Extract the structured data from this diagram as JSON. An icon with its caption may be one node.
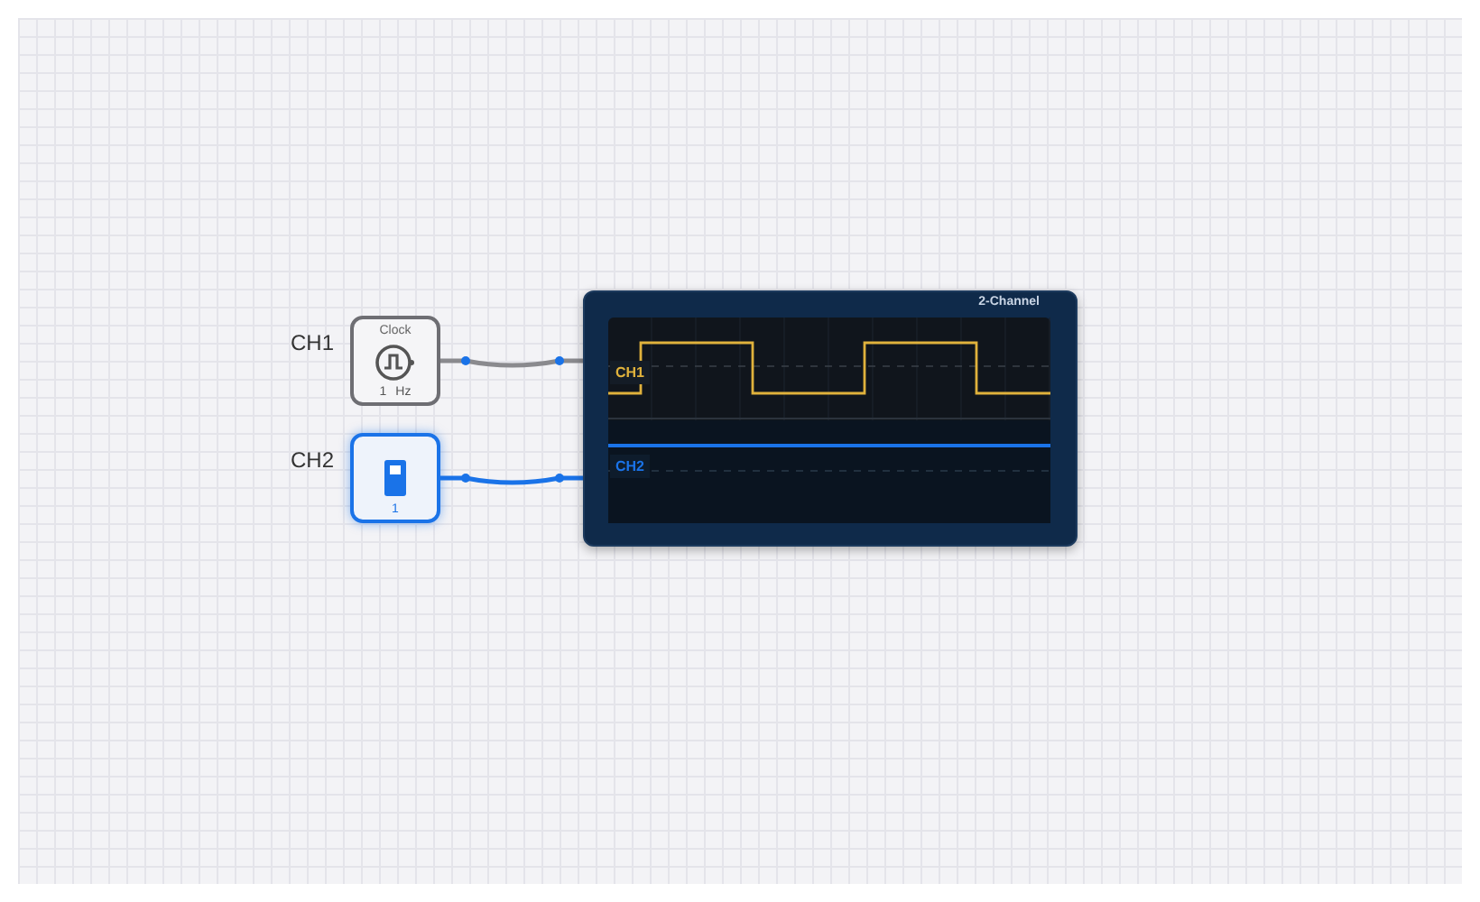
{
  "diagram": {
    "nodes": [
      {
        "text": [
          "Clock",
          "1 Hz"
        ],
        "beside": [
          "CH1"
        ]
      },
      {
        "text": [
          "1"
        ],
        "beside": [
          "CH2"
        ]
      },
      {
        "text": [
          "2-Channel"
        ]
      }
    ],
    "edges": [
      {
        "from": 0,
        "to": 2,
        "arrow": "none",
        "color": "#8a8a8e"
      },
      {
        "from": 1,
        "to": 2,
        "arrow": "none",
        "color": "#1a73e8"
      }
    ],
    "labels": [
      "CH1",
      "CH2"
    ]
  }
}
